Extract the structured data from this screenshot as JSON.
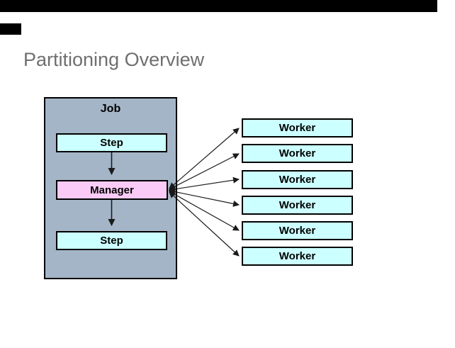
{
  "slide": {
    "title": "Partitioning Overview"
  },
  "diagram": {
    "job": {
      "label": "Job"
    },
    "nodes": [
      {
        "id": "step-1",
        "label": "Step"
      },
      {
        "id": "manager",
        "label": "Manager"
      },
      {
        "id": "step-2",
        "label": "Step"
      }
    ],
    "workers": [
      {
        "label": "Worker"
      },
      {
        "label": "Worker"
      },
      {
        "label": "Worker"
      },
      {
        "label": "Worker"
      },
      {
        "label": "Worker"
      },
      {
        "label": "Worker"
      }
    ],
    "flow": [
      "Step -> Manager",
      "Manager -> Step",
      "Manager <-> each Worker"
    ]
  },
  "colors": {
    "job_fill": "#a4b5c7",
    "step_fill": "#ccffff",
    "manager_fill": "#fbcbf7",
    "box_border": "#000000",
    "arrow": "#1a1a1a",
    "title_text": "#6f6f6f"
  }
}
